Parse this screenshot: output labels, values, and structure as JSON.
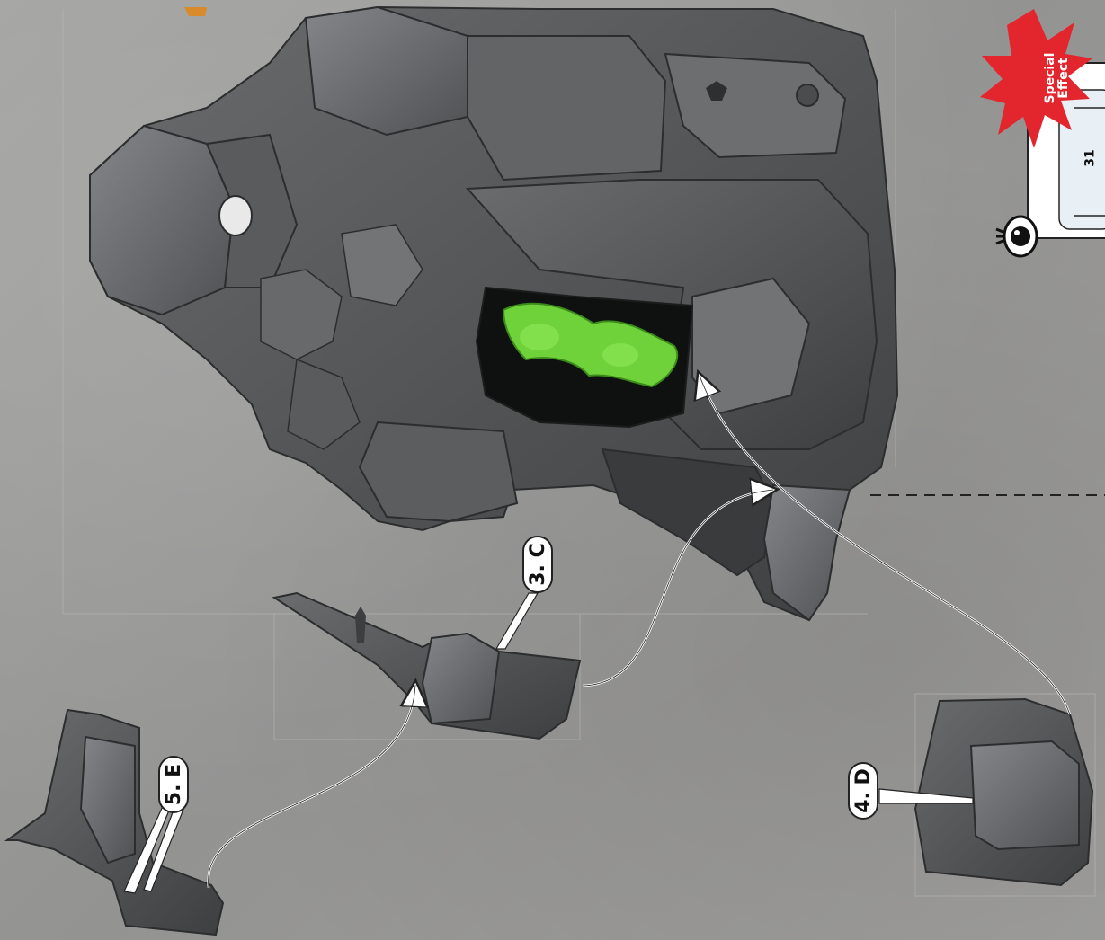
{
  "page": {
    "step_number": "31",
    "special_effect": {
      "line1": "Special",
      "line2": "Effect"
    }
  },
  "callouts": [
    {
      "id": "3",
      "text": "3. C"
    },
    {
      "id": "4",
      "text": "4. D"
    },
    {
      "id": "5",
      "text": "5. E"
    }
  ],
  "colors": {
    "plastic_dark": "#4a4b4c",
    "plastic_mid": "#5e5f60",
    "plastic_light": "#75777a",
    "inner_green": "#6fd23a",
    "burst_red": "#e3262e",
    "background": "#9a9a98"
  },
  "icons": [
    "eye-icon",
    "special-effect-burst-icon"
  ]
}
